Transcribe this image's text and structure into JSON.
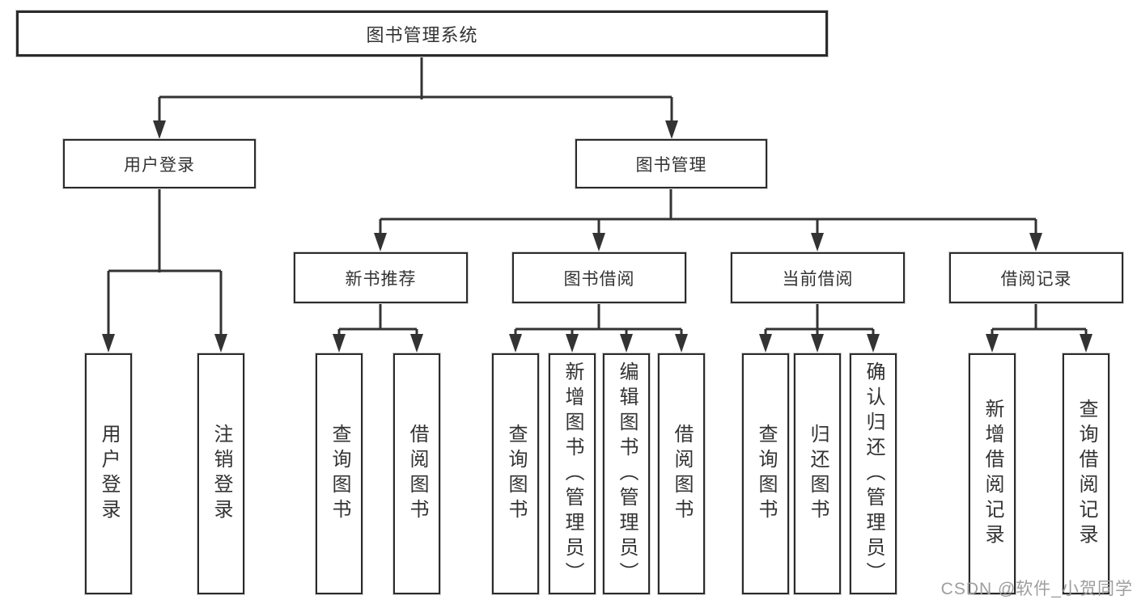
{
  "diagram": {
    "title": "图书管理系统",
    "watermark": "CSDN @软件_小贺同学",
    "colors": {
      "line": "#333333",
      "box_border": "#2b2b2b",
      "text": "#333333",
      "background": "#ffffff",
      "watermark_text": "#9e9e9e"
    },
    "nodes": {
      "root": {
        "label": "图书管理系统"
      },
      "level2": [
        {
          "label": "用户登录"
        },
        {
          "label": "图书管理"
        }
      ],
      "level3": [
        {
          "label": "新书推荐"
        },
        {
          "label": "图书借阅"
        },
        {
          "label": "当前借阅"
        },
        {
          "label": "借阅记录"
        }
      ],
      "leaves": {
        "user_login": [
          "用户登录",
          "注销登录"
        ],
        "new_book_recommend": [
          "查询图书",
          "借阅图书"
        ],
        "book_borrow": [
          "查询图书",
          "新增图书（管理员）",
          "编辑图书（管理员）",
          "借阅图书"
        ],
        "current_borrow": [
          "查询图书",
          "归还图书",
          "确认归还（管理员）"
        ],
        "borrow_records": [
          "新增借阅记录",
          "查询借阅记录"
        ]
      }
    }
  }
}
